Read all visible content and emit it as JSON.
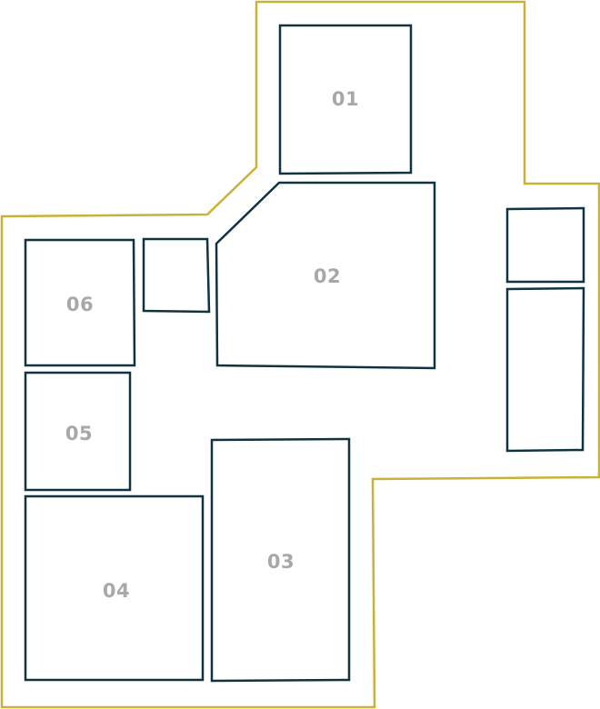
{
  "colors": {
    "boundary": "#c9b23a",
    "unit_outline": "#0f3340",
    "label": "#a8a8a8",
    "background": "#ffffff"
  },
  "units": [
    {
      "id": "unit-01",
      "label": "01"
    },
    {
      "id": "unit-02",
      "label": "02"
    },
    {
      "id": "unit-03",
      "label": "03"
    },
    {
      "id": "unit-04",
      "label": "04"
    },
    {
      "id": "unit-05",
      "label": "05"
    },
    {
      "id": "unit-06",
      "label": "06"
    },
    {
      "id": "unit-small-a",
      "label": ""
    },
    {
      "id": "unit-east-top",
      "label": ""
    },
    {
      "id": "unit-east-bottom",
      "label": ""
    }
  ]
}
